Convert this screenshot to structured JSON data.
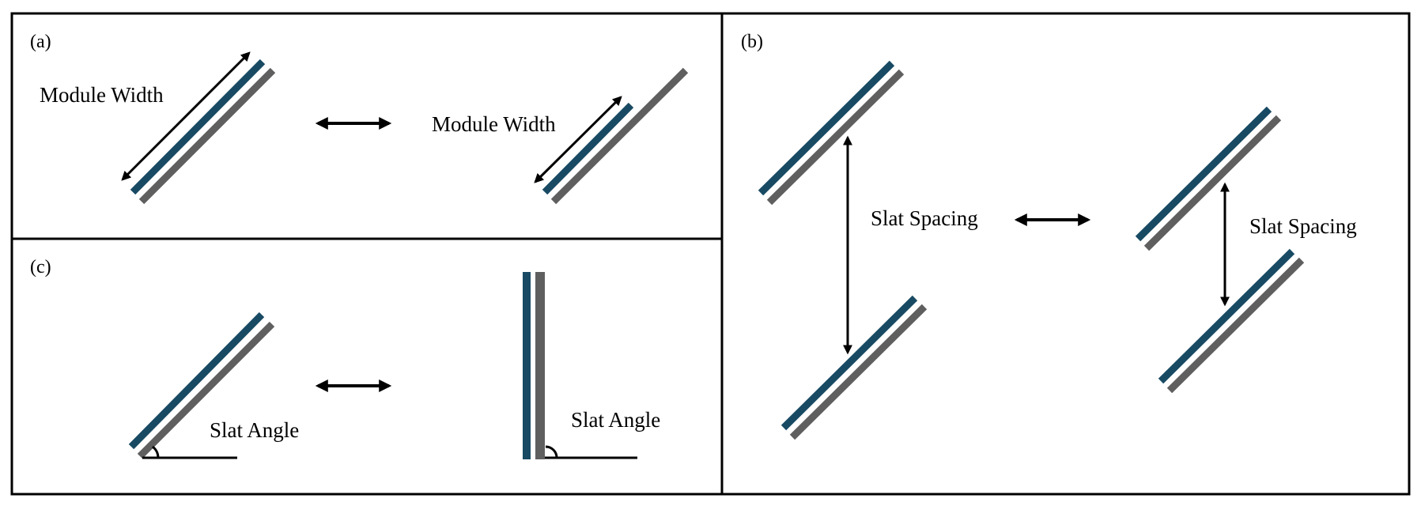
{
  "colors": {
    "module_blue": "#184a63",
    "module_gray": "#5f5f5f",
    "frame": "#000000"
  },
  "panels": {
    "a": {
      "label": "(a)",
      "left_text": "Module Width",
      "right_text": "Module Width"
    },
    "b": {
      "label": "(b)",
      "left_text": "Slat Spacing",
      "right_text": "Slat Spacing"
    },
    "c": {
      "label": "(c)",
      "left_text": "Slat Angle",
      "right_text": "Slat Angle"
    }
  }
}
